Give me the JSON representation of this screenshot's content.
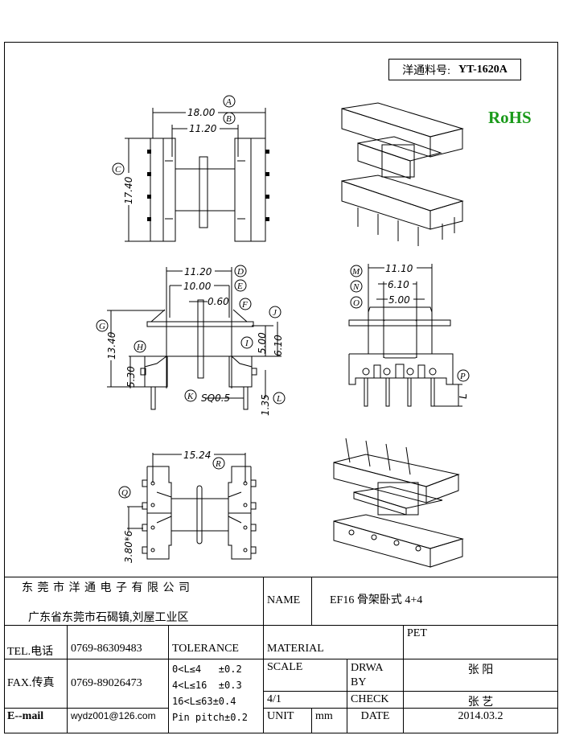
{
  "part_number": {
    "label": "洋通料号:",
    "value": "YT-1620A"
  },
  "rohs": "RoHS",
  "dimensions": {
    "top_view": {
      "overall_width": "18.00",
      "inner_width": "11.20",
      "height": "17.40",
      "labels": [
        "A",
        "B",
        "C"
      ]
    },
    "side_view": {
      "d": "11.20",
      "e": "10.00",
      "f": "0.60",
      "g": "13.40",
      "h": "5.30",
      "i": "5.00",
      "j": "6.10",
      "k": "SQ0.5",
      "l": "1.35",
      "labels": [
        "D",
        "E",
        "F",
        "G",
        "H",
        "I",
        "J",
        "K",
        "L"
      ]
    },
    "end_view": {
      "m": "11.10",
      "n": "6.10",
      "o": "5.00",
      "p": "L",
      "labels": [
        "M",
        "N",
        "O",
        "P"
      ]
    },
    "bottom_view": {
      "r": "15.24",
      "q": "3.80*6",
      "labels": [
        "Q",
        "R"
      ]
    }
  },
  "title_block": {
    "company": "东 莞 市 洋 通 电 子 有 限 公 司",
    "address": "广东省东莞市石碣镇,刘屋工业区",
    "name_label": "NAME",
    "name_value": "EF16 骨架卧式 4+4",
    "tel_label": "TEL.电话",
    "tel_value": "0769-86309483",
    "fax_label": "FAX.传真",
    "fax_value": "0769-89026473",
    "email_label": "E--mail",
    "email_value": "wydz001@126.com",
    "tolerance_label": "TOLERANCE",
    "tolerances": [
      "0<L≤4   ±0.2",
      "4<L≤16  ±0.3",
      "16<L≤63±0.4",
      "Pin pitch±0.2"
    ],
    "material_label": "MATERIAL",
    "material_value": "PET",
    "scale_label": "SCALE",
    "scale_value": "4/1",
    "drawn_by_label": "DRWA BY",
    "drawn_by_value": "张 阳",
    "check_label": "CHECK",
    "check_value": "张 艺",
    "unit_label": "UNIT",
    "unit_value": "mm",
    "date_label": "DATE",
    "date_value": "2014.03.2"
  }
}
